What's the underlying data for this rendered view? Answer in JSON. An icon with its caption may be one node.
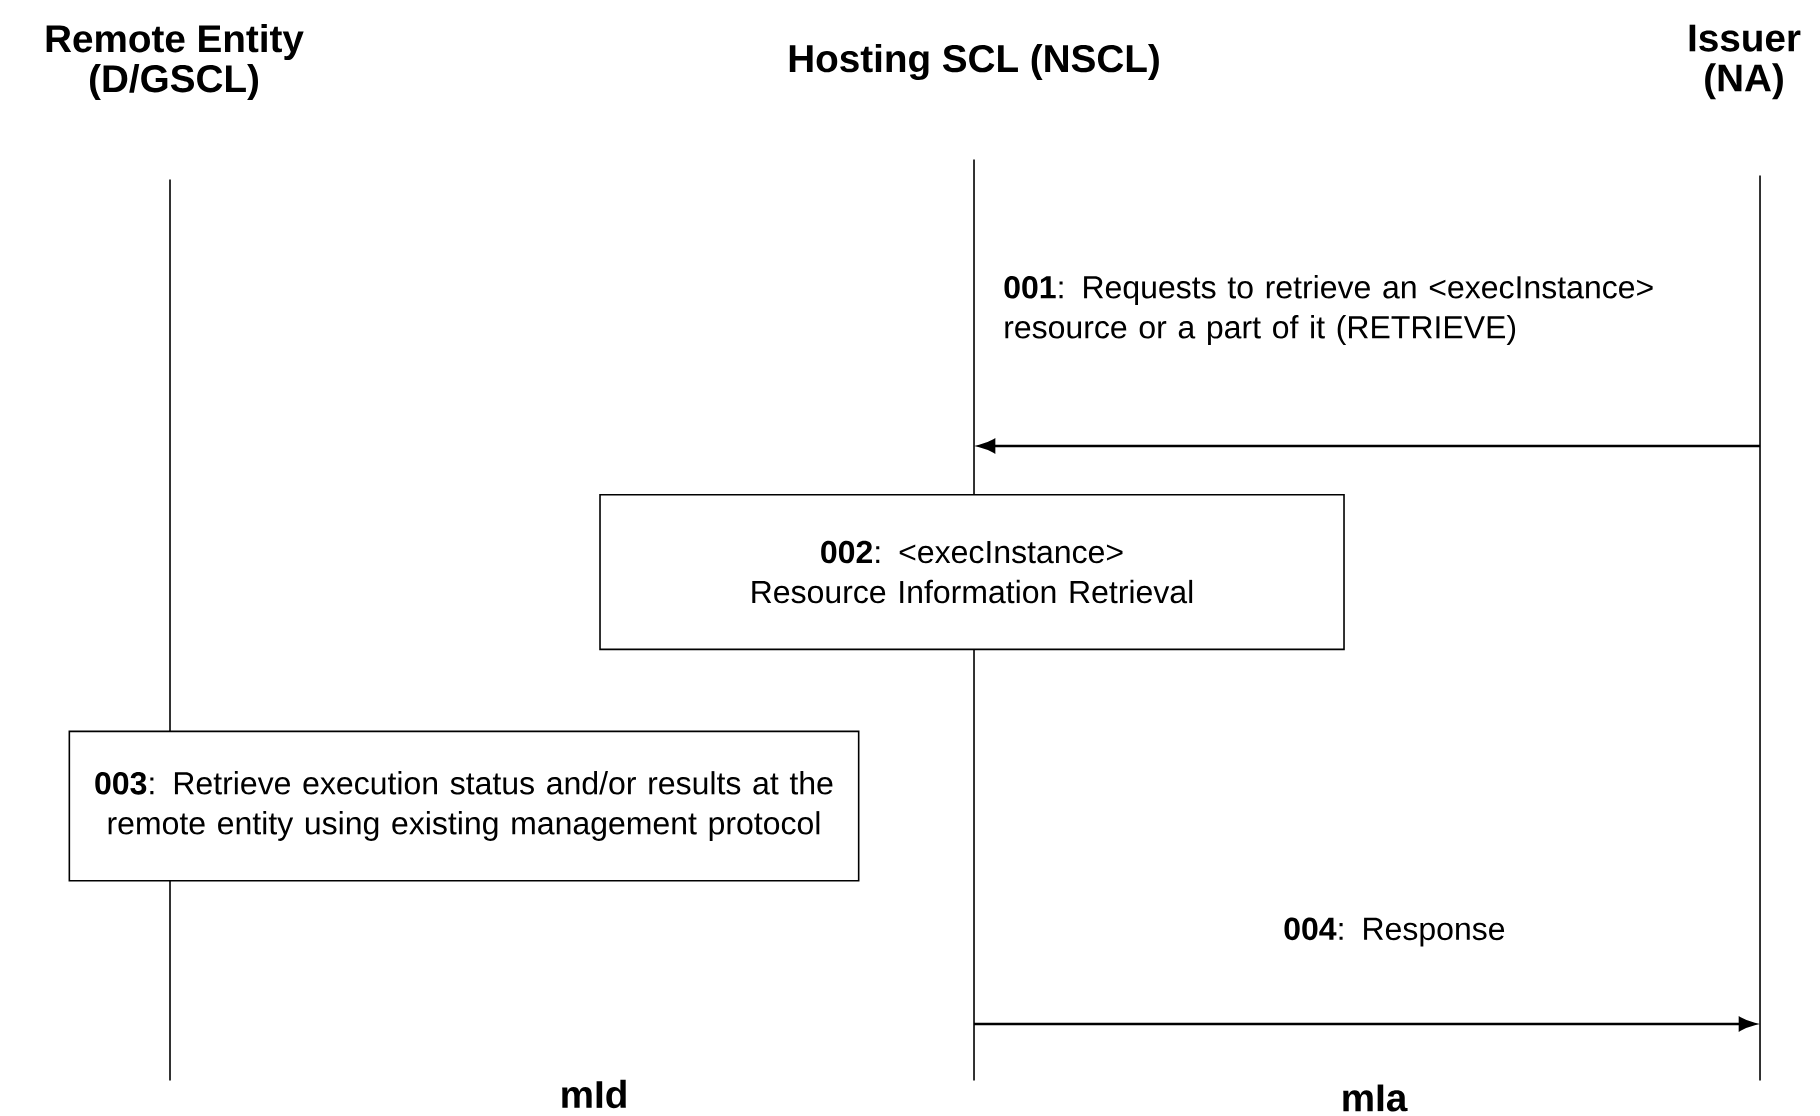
{
  "diagram": {
    "nodes": [
      {
        "text": [
          "Remote Entity (D/GSCL)"
        ]
      },
      {
        "text": [
          "Hosting SCL (NSCL)"
        ]
      },
      {
        "text": [
          "Issuer (NA)"
        ]
      },
      {
        "text": [],
        "shape": "bar"
      },
      {
        "text": [],
        "shape": "bar"
      },
      {
        "text": [],
        "shape": "bar"
      },
      {
        "text": [
          "**002**: <execInstance> Resource Information Retrieval"
        ]
      },
      {
        "text": [
          "**003**: Retrieve execution status and/or results at the remote entity using existing management protocol"
        ]
      }
    ],
    "edges": [
      {
        "from": 5,
        "to": 4,
        "arrow": "to",
        "label": "**001**: Requests to retrieve an <execInstance> resource or a part of it (RETRIEVE)"
      },
      {
        "from": 4,
        "to": 5,
        "arrow": "to",
        "label": "**004**: Response"
      }
    ],
    "labels": [
      "mId",
      "mIa"
    ]
  }
}
